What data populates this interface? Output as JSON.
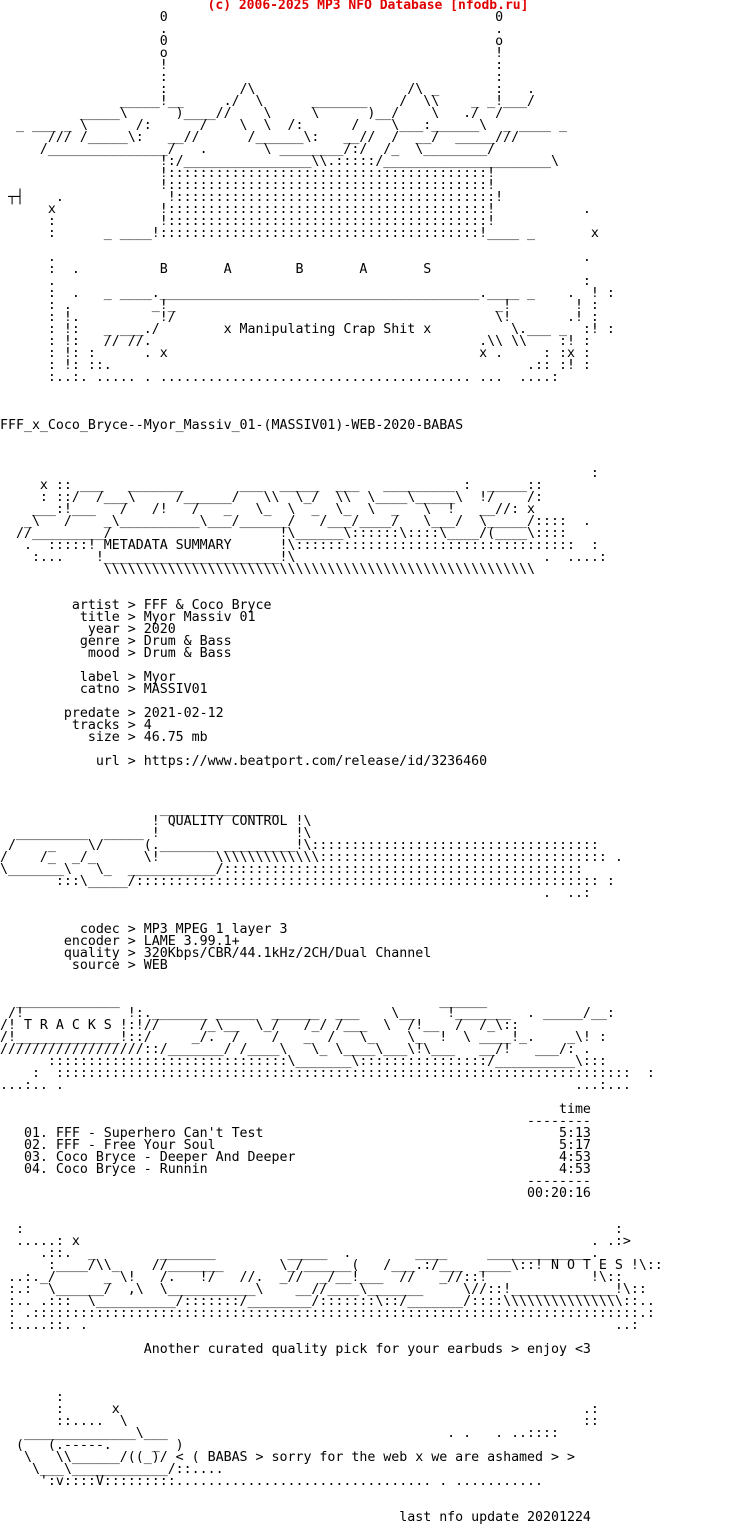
{
  "header": {
    "copyright": "(c) 2006-2025 MP3 NFO Database [nfodb.ru]",
    "color": "#e00000"
  },
  "logo_art": "                    0                                         0\n                    .                                         .\n                    0                                         o\n                    o                                         !\n                    !                                         :\n                    :                                         :\n                    :         /\\                   /\\ _       :   .\n               _____!__     ./  \\      _______    /  \\\\    _ _!___/\n          _____\\      )____//    \\     \\      )__/    \\   ./  /\n  _ ___ _ \\      /:      /    \\  \\  /:      /    \\___:______\\  _ ____ _\n      /// /_____\\:   __//      /______\\:   __//  /  __/  _____///\n     /_______________/   .       \\ ________/:/  /_  \\________/\n                    !:/________________\\\\.:::::/_____________________\\\n                    !::::::::::::::::::::::::::::::::::::::::!\n                    !::::::::::::::::::::::::::::::::::::::::!\n ┬┤    .             !::::::::::::::::::::::::::::::::::::::::!\n      x             !::::::::::::::::::::::::::::::::::::::::!           .\n      :             !::::::::::::::::::::::::::::::::::::::::!\n      :      _ ____!::::::::::::::::::::::::::::::::::::::::!____ _       x\n\n      .                                                                  .\n      :  .          B       A        B       A       S\n      .                                                                  :\n      :  .   _ ____.________________________________________.____ _    .  ! :\n      : .          _!_                                        _!        ! :\n      : !.          !/                                        \\!       .! :\n      : !:   _ ___./        x Manipulating Crap Shit x          \\.___ _  :! :\n      : !:   // //.                                         .\\\\ \\\\    :! :\n      : !: :      . x                                       x .     : :x :\n      : !: ::.                                                    .:: :! :\n      :..:. ..... . ....................................... ...  ....:",
  "release_name": "FFF_x_Coco_Bryce--Myor_Massiv_01-(MASSIV01)-WEB-2020-BABAS",
  "metadata_art": "                                                                          :\n     x :: ___   _______       ___  _____  ___   _________ :  _____::\n     : ::/  /___\\     /______/   \\\\  \\_/  \\\\  \\____\\_____\\  !/    /:\n    ___:!___   /   /!   /   _   \\_  \\  _  \\_  \\  _   \\  !   __//: x\n   _\\   /    _\\__________\\___/______/   /___/____/   \\___/  \\_____/::::  .\n  //_________/                     !\\______\\::::::\\::::\\____/(____\\::::\n   .  :::::! METADATA SUMMARY      !\\:::::::::::::::::::::::::::::::::::  :\n    :...    !______________________!\\                               .  ....:\n             \\\\\\\\\\\\\\\\\\\\\\\\\\\\\\\\\\\\\\\\\\\\\\\\\\\\\\\\\\\\\\\\\\\\\\\\\\\\\\\\\\\\\\\\\\\\\\\\\\\\\\\\\\\\",
  "metadata": {
    "fields": [
      {
        "key": "artist",
        "value": "FFF & Coco Bryce"
      },
      {
        "key": "title",
        "value": "Myor Massiv 01"
      },
      {
        "key": "year",
        "value": "2020"
      },
      {
        "key": "genre",
        "value": "Drum & Bass"
      },
      {
        "key": "mood",
        "value": "Drum & Bass"
      },
      {
        "key": "label",
        "value": "Myor"
      },
      {
        "key": "catno",
        "value": "MASSIV01"
      },
      {
        "key": "predate",
        "value": "2021-02-12"
      },
      {
        "key": "tracks",
        "value": "4"
      },
      {
        "key": "size",
        "value": "46.75 mb"
      },
      {
        "key": "url",
        "value": "https://www.beatport.com/release/id/3236460"
      }
    ],
    "lines": [
      "         artist > FFF & Coco Bryce",
      "          title > Myor Massiv 01",
      "           year > 2020",
      "          genre > Drum & Bass",
      "           mood > Drum & Bass",
      "",
      "          label > Myor",
      "          catno > MASSIV01",
      "",
      "        predate > 2021-02-12",
      "         tracks > 4",
      "           size > 46.75 mb",
      "",
      "            url > https://www.beatport.com/release/id/3236460"
    ]
  },
  "quality_art": "                    _______________\n                   ! QUALITY CONTROL !\\\n  _________  _____ !                 !\\\n /    _    \\/     (._______ _________!\\::::::::::::::::::::::::::::::::::::\n/    /_  _/_      \\!       \\\\\\\\\\\\\\\\\\\\\\\\\\:::::::::::::::::::::::::::::::::::: .\n\\_______\\   \\_  ___________/:::::::::::::::::::::::::::::::::::::::::::::\n       :::\\_____/:::::::::::::::::::::::::::::::::::::::::::::::::::::::::: :\n                                                                    .  ..:",
  "quality": {
    "fields": [
      {
        "key": "codec",
        "value": "MP3 MPEG 1 layer 3"
      },
      {
        "key": "encoder",
        "value": "LAME 3.99.1+"
      },
      {
        "key": "quality",
        "value": "320Kbps/CBR/44.1kHz/2CH/Dual Channel"
      },
      {
        "key": "source",
        "value": "WEB"
      }
    ],
    "lines": [
      "          codec > MP3 MPEG 1 layer 3",
      "        encoder > LAME 3.99.1+",
      "        quality > 320Kbps/CBR/44.1kHz/2CH/Dual Channel",
      "         source > WEB"
    ]
  },
  "tracks_art": "  _____________                                        ______\n /!             !:._______ _____  ______  ___    \\__    !_______  . _____/__:\n/! T R A C K S !:!//     /_\\__  \\_/   /_/ /___  \\  /!__  /  /_\\::\n/!_____________!::/     _/.  /    /   _  /   \\_    \\_  !  \\ ____!_.    _\\! :\n//////////////////::/_______/ /____\\   \\_ \\____\\___\\!\\___   __/!   ___/: .\n      ::::::::::::::::::::::::::::::\\_______\\::::::::::::::::/__________\\:::\n    :  ::::::::::::::::::::::::::::::::::::::::::::::::::::::::::::::::::::::::  :\n...:.. .                                                                ...:...",
  "tracks": {
    "time_header": "time",
    "divider": "--------",
    "items": [
      {
        "no": "01.",
        "title": "FFF - Superhero Can't Test",
        "time": "5:13"
      },
      {
        "no": "02.",
        "title": "FFF - Free Your Soul",
        "time": "5:17"
      },
      {
        "no": "03.",
        "title": "Coco Bryce - Deeper And Deeper",
        "time": "4:53"
      },
      {
        "no": "04.",
        "title": "Coco Bryce - Runnin",
        "time": "4:53"
      }
    ],
    "total_time": "00:20:16",
    "lines": [
      "                                                                      time",
      "                                                                  --------",
      "   01. FFF - Superhero Can't Test                                     5:13",
      "   02. FFF - Free Your Soul                                           5:17",
      "   03. Coco Bryce - Deeper And Deeper                                 4:53",
      "   04. Coco Bryce - Runnin                                            4:53",
      "                                                                  --------",
      "                                                                  00:20:16"
    ]
  },
  "notes_art": "  :                                                                          :\n  .....: x                                                                . .:>\n     .::.  _        _______         _____  .        ____     ____________ .\n      :____/\\\\_    //_______       \\_/______(   /___.:/___  ____\\::! N O T E S !\\::\n ..:._/      _ \\!   /.   !/   //.  _//  _/__!___  //   _//::!             !\\::\n :.:  \\______/  ,\\  \\___________\\    __//____\\_______     \\//::!_____________!\\::\n :.. .:::  \\__________/:::::::/________/:::::::\\::/_______/::::\\\\\\\\\\\\\\\\\\\\\\\\\\\\\\::..\n : .::::::::::::::::::::::::::::::::::::::::::::::::::::::::::::::::::::::::::::.:\n :....::. .                                                                  ..:",
  "notes": {
    "text": "                  Another curated quality pick for your earbuds > enjoy <3"
  },
  "footer_art": "       :\n       :      x                                                          .:\n       ::....  \\                                                         ::\n   ______________\\___                                   . .   . ..::::\n  (   (.-----.     _  )\n   \\   \\\\______/((_)/ < ( BABAS > sorry for the web x we are ashamed > >\n    \\___\\____________/::....\n     ':v::::V:::::::::................................ . ...........",
  "footer": {
    "tagline": "< ( BABAS > sorry for the web x we are ashamed > >",
    "last_update": "                                                  last nfo update 20201224"
  }
}
